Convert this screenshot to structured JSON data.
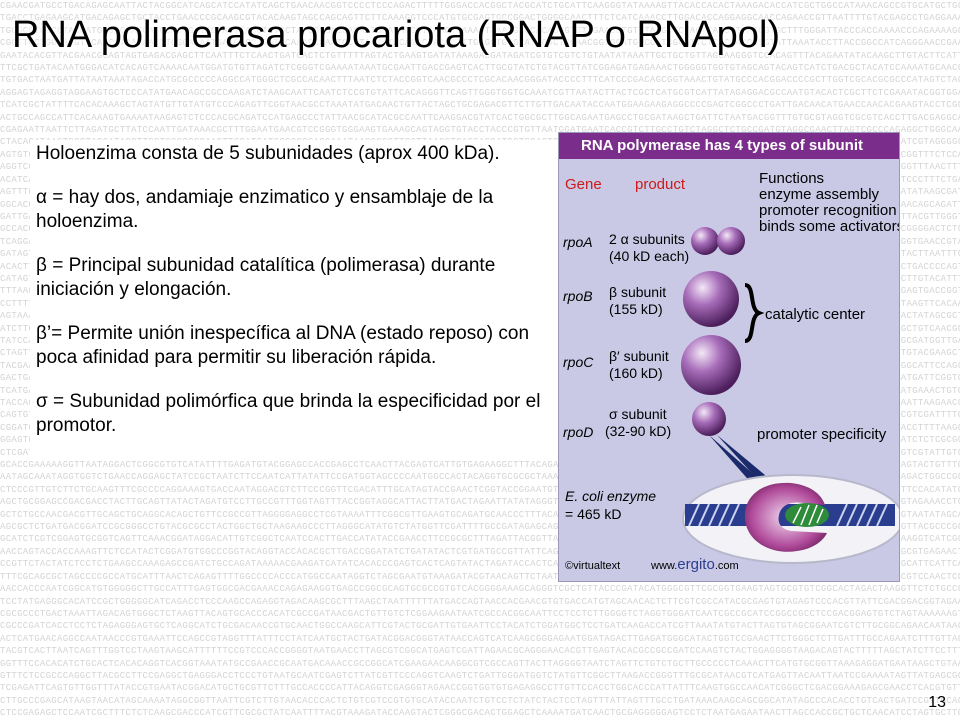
{
  "slide": {
    "title": "RNA polimerasa procariota (RNAP o RNApol)",
    "page_number": "13"
  },
  "body": {
    "paragraphs": [
      "Holoenzima consta de 5 subunidades (aprox 400 kDa).",
      "α = hay dos, andamiaje enzimatico y ensamblaje de la holoenzima.",
      "β = Principal subunidad catalítica (polimerasa) durante iniciación y elongación.",
      "β’= Permite unión inespecífica al DNA (estado reposo) con poca afinidad para permitir su liberación rápida.",
      "σ = Subunidad polimórfica que brinda la especificidad por el promotor."
    ]
  },
  "figure": {
    "header": "RNA polymerase has 4 types of subunit",
    "col_gene": "Gene",
    "col_product": "product",
    "col_functions": "Functions",
    "rows": [
      {
        "gene": "rpoA",
        "product_line1": "2 α subunits",
        "product_line2": "(40 kD  each)",
        "functions": [
          "enzyme assembly",
          "promoter recognition",
          "binds some activators"
        ]
      },
      {
        "gene": "rpoB",
        "product_line1": "β subunit",
        "product_line2": "(155 kD)",
        "functions": []
      },
      {
        "gene": "rpoC",
        "product_line1": "β′ subunit",
        "product_line2": "(160 kD)",
        "functions": []
      },
      {
        "gene": "rpoD",
        "product_line1": "σ subunit",
        "product_line2": "(32-90 kD)",
        "functions": [
          "promoter specificity"
        ]
      }
    ],
    "catalytic_label": "catalytic center",
    "enzyme_line1": "E. coli enzyme",
    "enzyme_line2": "= 465 kD",
    "credit_left": "©virtualtext",
    "credit_www": "www.",
    "credit_brand": "ergito",
    "credit_tld": ".com",
    "colors": {
      "header_bg": "#7b2d8c",
      "figure_bg": "#c9c9e6",
      "label_red": "#cc1a1a",
      "sphere": "#8a4a9e",
      "dna_blue": "#2a3d8f",
      "dna_green": "#2e8b3a"
    }
  }
}
